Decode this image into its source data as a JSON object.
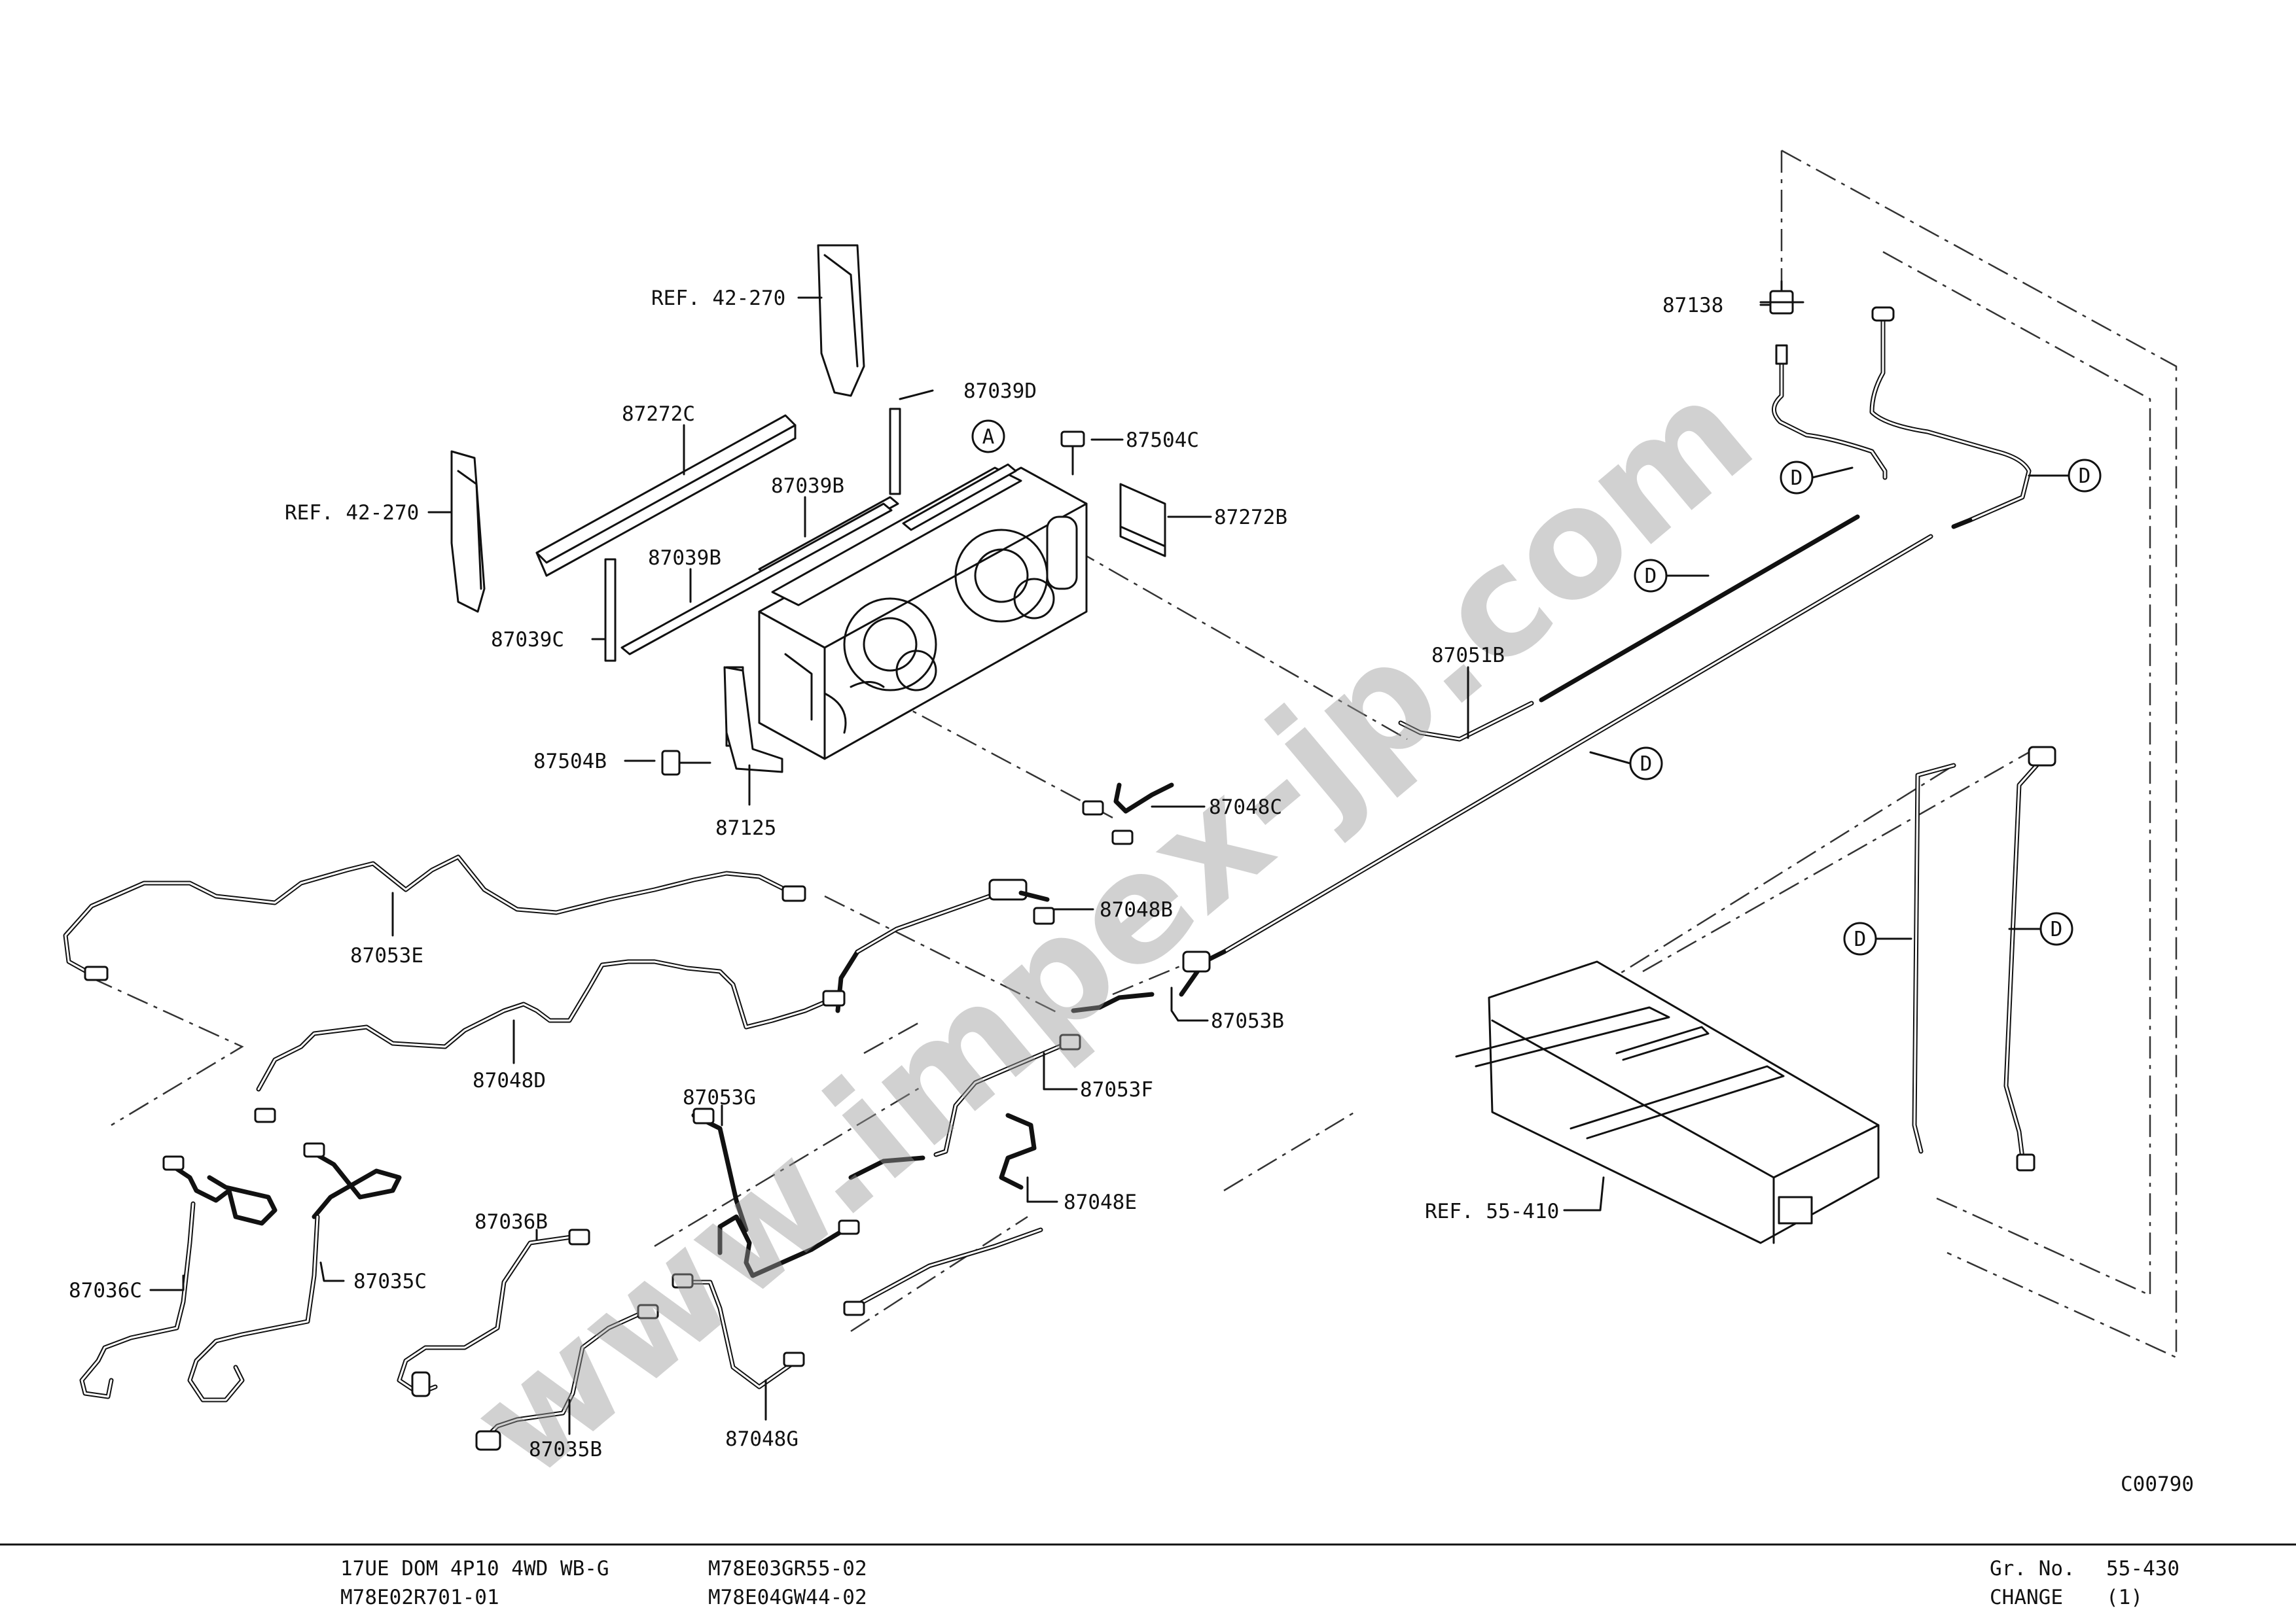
{
  "watermark": "www.impex-jp.com",
  "drawing_code": "C00790",
  "callouts": {
    "ref_42_270_top": "REF. 42-270",
    "ref_42_270_left": "REF. 42-270",
    "ref_55_410": "REF. 55-410",
    "p87272C": "87272C",
    "p87039D": "87039D",
    "p87504C": "87504C",
    "p87272B": "87272B",
    "p87039B_a": "87039B",
    "p87039B_b": "87039B",
    "p87039C": "87039C",
    "p87504B": "87504B",
    "p87125": "87125",
    "p87138": "87138",
    "p87051B": "87051B",
    "p87048C": "87048C",
    "p87048B": "87048B",
    "p87053B": "87053B",
    "p87053E": "87053E",
    "p87048D": "87048D",
    "p87053F": "87053F",
    "p87053G": "87053G",
    "p87048E": "87048E",
    "p87036B": "87036B",
    "p87036C": "87036C",
    "p87035C": "87035C",
    "p87035B": "87035B",
    "p87048G": "87048G"
  },
  "markers": {
    "a": "A",
    "d": "D"
  },
  "footer": {
    "model_line1": "17UE DOM 4P10 4WD WB-G",
    "model_line2": "M78E02R701-01",
    "code_line1": "M78E03GR55-02",
    "code_line2": "M78E04GW44-02",
    "gr_no_label": "Gr. No.",
    "gr_no_value": "55-430",
    "change_label": "CHANGE",
    "change_value": "(1)"
  }
}
